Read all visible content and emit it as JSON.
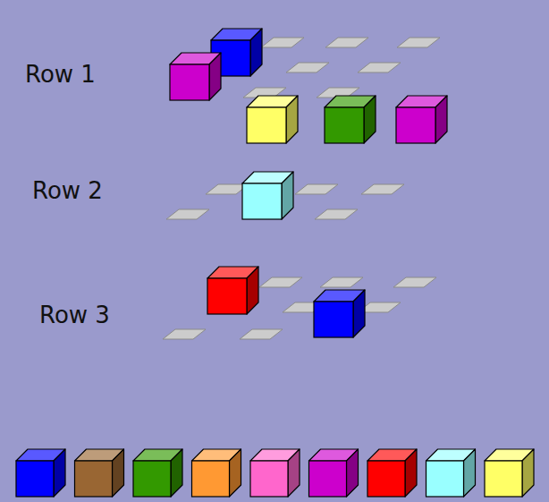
{
  "diagram": {
    "labels": [
      "Row 1",
      "Row 2",
      "Row 3"
    ]
  }
}
